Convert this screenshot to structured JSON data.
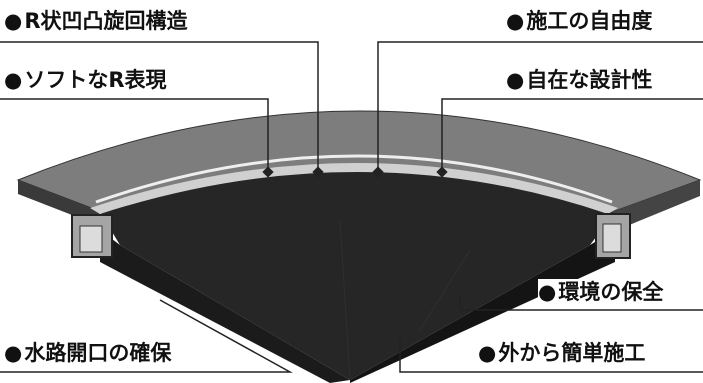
{
  "labels": [
    {
      "bullet": "●",
      "text": "R状凹凸旋回構造"
    },
    {
      "bullet": "●",
      "text": "施工の自由度"
    },
    {
      "bullet": "●",
      "text": "ソフトなR表現"
    },
    {
      "bullet": "●",
      "text": "自在な設計性"
    },
    {
      "bullet": "●",
      "text": "環境の保全"
    },
    {
      "bullet": "●",
      "text": "水路開口の確保"
    },
    {
      "bullet": "●",
      "text": "外から簡単施工"
    }
  ],
  "colors": {
    "lid_top": "#7d7d7d",
    "lid_front": "#383838",
    "slab": "#262626",
    "slab_side": "#141414",
    "groove": "#d0d0d0",
    "leader": "#222222"
  }
}
